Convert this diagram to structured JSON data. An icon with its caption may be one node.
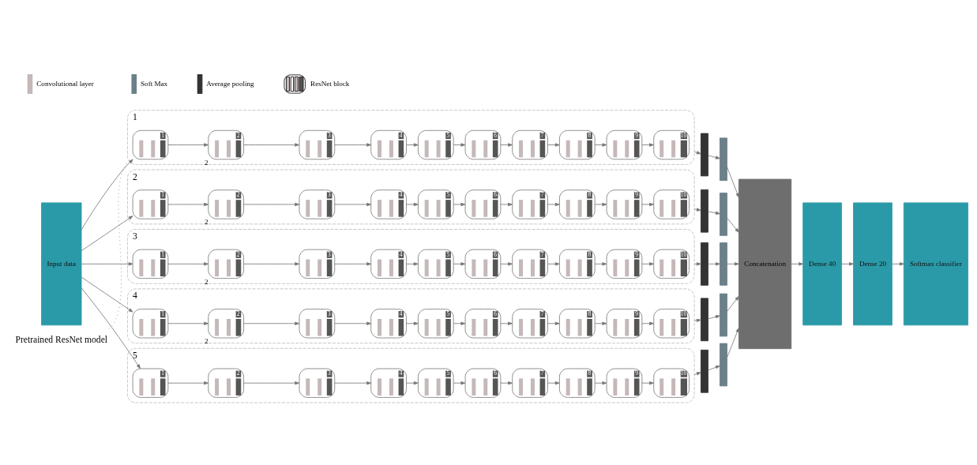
{
  "diagram": {
    "nodes": [
      {
        "text": [
          "Input data"
        ]
      },
      {
        "text": [
          "Pretrained ResNet model"
        ]
      },
      {
        "text": [],
        "shape": "box",
        "beside": [
          "1"
        ]
      },
      {
        "text": [
          "1"
        ],
        "in": 2
      },
      {
        "text": [
          "2"
        ],
        "in": 2,
        "beside": [
          "2"
        ]
      },
      {
        "text": [
          "3"
        ],
        "in": 2
      },
      {
        "text": [
          "4"
        ],
        "in": 2
      },
      {
        "text": [
          "5"
        ],
        "in": 2
      },
      {
        "text": [
          "6"
        ],
        "in": 2
      },
      {
        "text": [
          "7"
        ],
        "in": 2
      },
      {
        "text": [
          "8"
        ],
        "in": 2
      },
      {
        "text": [
          "9"
        ],
        "in": 2
      },
      {
        "text": [
          "10"
        ],
        "in": 2
      },
      {
        "text": [],
        "shape": "bar"
      },
      {
        "text": [],
        "shape": "bar"
      },
      {
        "text": [],
        "shape": "box",
        "beside": [
          "2"
        ]
      },
      {
        "text": [
          "1"
        ],
        "in": 15
      },
      {
        "text": [
          "2"
        ],
        "in": 15,
        "beside": [
          "2"
        ]
      },
      {
        "text": [
          "3"
        ],
        "in": 15
      },
      {
        "text": [
          "4"
        ],
        "in": 15
      },
      {
        "text": [
          "5"
        ],
        "in": 15
      },
      {
        "text": [
          "6"
        ],
        "in": 15
      },
      {
        "text": [
          "7"
        ],
        "in": 15
      },
      {
        "text": [
          "8"
        ],
        "in": 15
      },
      {
        "text": [
          "9"
        ],
        "in": 15
      },
      {
        "text": [
          "10"
        ],
        "in": 15
      },
      {
        "text": [],
        "shape": "bar"
      },
      {
        "text": [],
        "shape": "bar"
      },
      {
        "text": [],
        "shape": "box",
        "beside": [
          "3"
        ]
      },
      {
        "text": [
          "1"
        ],
        "in": 28
      },
      {
        "text": [
          "2"
        ],
        "in": 28,
        "beside": [
          "2"
        ]
      },
      {
        "text": [
          "3"
        ],
        "in": 28
      },
      {
        "text": [
          "4"
        ],
        "in": 28
      },
      {
        "text": [
          "5"
        ],
        "in": 28
      },
      {
        "text": [
          "6"
        ],
        "in": 28
      },
      {
        "text": [
          "7"
        ],
        "in": 28
      },
      {
        "text": [
          "8"
        ],
        "in": 28
      },
      {
        "text": [
          "9"
        ],
        "in": 28
      },
      {
        "text": [
          "10"
        ],
        "in": 28
      },
      {
        "text": [],
        "shape": "bar"
      },
      {
        "text": [],
        "shape": "bar"
      },
      {
        "text": [],
        "shape": "box",
        "beside": [
          "4"
        ]
      },
      {
        "text": [
          "1"
        ],
        "in": 41
      },
      {
        "text": [
          "2"
        ],
        "in": 41,
        "beside": [
          "2"
        ]
      },
      {
        "text": [
          "3"
        ],
        "in": 41
      },
      {
        "text": [
          "4"
        ],
        "in": 41
      },
      {
        "text": [
          "5"
        ],
        "in": 41
      },
      {
        "text": [
          "6"
        ],
        "in": 41
      },
      {
        "text": [
          "7"
        ],
        "in": 41
      },
      {
        "text": [
          "8"
        ],
        "in": 41
      },
      {
        "text": [
          "9"
        ],
        "in": 41
      },
      {
        "text": [
          "10"
        ],
        "in": 41
      },
      {
        "text": [],
        "shape": "bar"
      },
      {
        "text": [],
        "shape": "bar"
      },
      {
        "text": [],
        "shape": "box",
        "beside": [
          "5"
        ]
      },
      {
        "text": [
          "1"
        ],
        "in": 54
      },
      {
        "text": [
          "2"
        ],
        "in": 54
      },
      {
        "text": [
          "3"
        ],
        "in": 54
      },
      {
        "text": [
          "4"
        ],
        "in": 54
      },
      {
        "text": [
          "5"
        ],
        "in": 54
      },
      {
        "text": [
          "6"
        ],
        "in": 54
      },
      {
        "text": [
          "7"
        ],
        "in": 54
      },
      {
        "text": [
          "8"
        ],
        "in": 54
      },
      {
        "text": [
          "9"
        ],
        "in": 54
      },
      {
        "text": [
          "10"
        ],
        "in": 54
      },
      {
        "text": [],
        "shape": "bar"
      },
      {
        "text": [],
        "shape": "bar"
      },
      {
        "text": [
          "Concatenation"
        ]
      },
      {
        "text": [
          "Dense 40"
        ]
      },
      {
        "text": [
          "Dense 20"
        ]
      },
      {
        "text": [
          "Softmax classifier"
        ]
      }
    ],
    "edges": [
      {
        "from": 1,
        "to": 2,
        "arrow": "none",
        "style": "dashed"
      },
      {
        "from": 0,
        "to": 3,
        "arrow": "to"
      },
      {
        "from": 0,
        "to": 16,
        "arrow": "to"
      },
      {
        "from": 0,
        "to": 29,
        "arrow": "to"
      },
      {
        "from": 0,
        "to": 42,
        "arrow": "to"
      },
      {
        "from": 0,
        "to": 55,
        "arrow": "to"
      },
      {
        "from": 3,
        "to": 4,
        "arrow": "to"
      },
      {
        "from": 4,
        "to": 5,
        "arrow": "to"
      },
      {
        "from": 5,
        "to": 6,
        "arrow": "to"
      },
      {
        "from": 6,
        "to": 7,
        "arrow": "to"
      },
      {
        "from": 7,
        "to": 8,
        "arrow": "to"
      },
      {
        "from": 8,
        "to": 9,
        "arrow": "to"
      },
      {
        "from": 9,
        "to": 10,
        "arrow": "to"
      },
      {
        "from": 10,
        "to": 11,
        "arrow": "to"
      },
      {
        "from": 11,
        "to": 12,
        "arrow": "to"
      },
      {
        "from": 2,
        "to": 13,
        "arrow": "to"
      },
      {
        "from": 13,
        "to": 14,
        "arrow": "to"
      },
      {
        "from": 14,
        "to": 67,
        "arrow": "to"
      },
      {
        "from": 16,
        "to": 17,
        "arrow": "to"
      },
      {
        "from": 17,
        "to": 18,
        "arrow": "to"
      },
      {
        "from": 18,
        "to": 19,
        "arrow": "to"
      },
      {
        "from": 19,
        "to": 20,
        "arrow": "to"
      },
      {
        "from": 20,
        "to": 21,
        "arrow": "to"
      },
      {
        "from": 21,
        "to": 22,
        "arrow": "to"
      },
      {
        "from": 22,
        "to": 23,
        "arrow": "to"
      },
      {
        "from": 23,
        "to": 24,
        "arrow": "to"
      },
      {
        "from": 24,
        "to": 25,
        "arrow": "to"
      },
      {
        "from": 15,
        "to": 26,
        "arrow": "to"
      },
      {
        "from": 26,
        "to": 27,
        "arrow": "to"
      },
      {
        "from": 27,
        "to": 67,
        "arrow": "to"
      },
      {
        "from": 29,
        "to": 30,
        "arrow": "to"
      },
      {
        "from": 30,
        "to": 31,
        "arrow": "to"
      },
      {
        "from": 31,
        "to": 32,
        "arrow": "to"
      },
      {
        "from": 32,
        "to": 33,
        "arrow": "to"
      },
      {
        "from": 33,
        "to": 34,
        "arrow": "to"
      },
      {
        "from": 34,
        "to": 35,
        "arrow": "to"
      },
      {
        "from": 35,
        "to": 36,
        "arrow": "to"
      },
      {
        "from": 36,
        "to": 37,
        "arrow": "to"
      },
      {
        "from": 37,
        "to": 38,
        "arrow": "to"
      },
      {
        "from": 28,
        "to": 39,
        "arrow": "to"
      },
      {
        "from": 39,
        "to": 40,
        "arrow": "to"
      },
      {
        "from": 40,
        "to": 67,
        "arrow": "to"
      },
      {
        "from": 42,
        "to": 43,
        "arrow": "to"
      },
      {
        "from": 43,
        "to": 44,
        "arrow": "to"
      },
      {
        "from": 44,
        "to": 45,
        "arrow": "to"
      },
      {
        "from": 45,
        "to": 46,
        "arrow": "to"
      },
      {
        "from": 46,
        "to": 47,
        "arrow": "to"
      },
      {
        "from": 47,
        "to": 48,
        "arrow": "to"
      },
      {
        "from": 48,
        "to": 49,
        "arrow": "to"
      },
      {
        "from": 49,
        "to": 50,
        "arrow": "to"
      },
      {
        "from": 50,
        "to": 51,
        "arrow": "to"
      },
      {
        "from": 41,
        "to": 52,
        "arrow": "to"
      },
      {
        "from": 52,
        "to": 53,
        "arrow": "to"
      },
      {
        "from": 53,
        "to": 67,
        "arrow": "to"
      },
      {
        "from": 55,
        "to": 56,
        "arrow": "to"
      },
      {
        "from": 56,
        "to": 57,
        "arrow": "to"
      },
      {
        "from": 57,
        "to": 58,
        "arrow": "to"
      },
      {
        "from": 58,
        "to": 59,
        "arrow": "to"
      },
      {
        "from": 59,
        "to": 60,
        "arrow": "to"
      },
      {
        "from": 60,
        "to": 61,
        "arrow": "to"
      },
      {
        "from": 61,
        "to": 62,
        "arrow": "to"
      },
      {
        "from": 62,
        "to": 63,
        "arrow": "to"
      },
      {
        "from": 63,
        "to": 64,
        "arrow": "to"
      },
      {
        "from": 54,
        "to": 65,
        "arrow": "to"
      },
      {
        "from": 65,
        "to": 66,
        "arrow": "to"
      },
      {
        "from": 66,
        "to": 67,
        "arrow": "to"
      },
      {
        "from": 67,
        "to": 68,
        "arrow": "to"
      },
      {
        "from": 68,
        "to": 69,
        "arrow": "to"
      },
      {
        "from": 69,
        "to": 70,
        "arrow": "to"
      }
    ],
    "legend": [
      {
        "text": "Convolutional layer",
        "color": "#c4b8b8"
      },
      {
        "text": "Soft Max",
        "color": "#6b8088"
      },
      {
        "text": "Average pooling",
        "color": "#333333"
      },
      {
        "text": "ResNet block"
      }
    ]
  }
}
